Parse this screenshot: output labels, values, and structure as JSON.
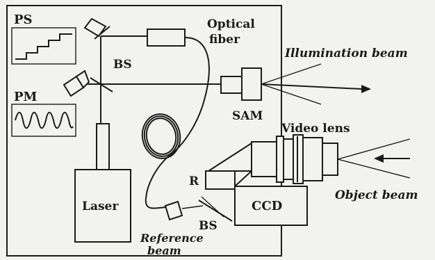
{
  "labels": {
    "ps": "PS",
    "pm": "PM",
    "bs_top": "BS",
    "optical_fiber_line1": "Optical",
    "optical_fiber_line2": "fiber",
    "illumination_beam": "Illumination beam",
    "sam": "SAM",
    "video_lens": "Video lens",
    "r": "R",
    "laser": "Laser",
    "ccd": "CCD",
    "object_beam": "Object beam",
    "bs_bottom": "BS",
    "reference_beam_line1": "Reference",
    "reference_beam_line2": "beam"
  },
  "colors": {
    "ink": "#1a1a1a",
    "paper": "#f2f2ef"
  }
}
